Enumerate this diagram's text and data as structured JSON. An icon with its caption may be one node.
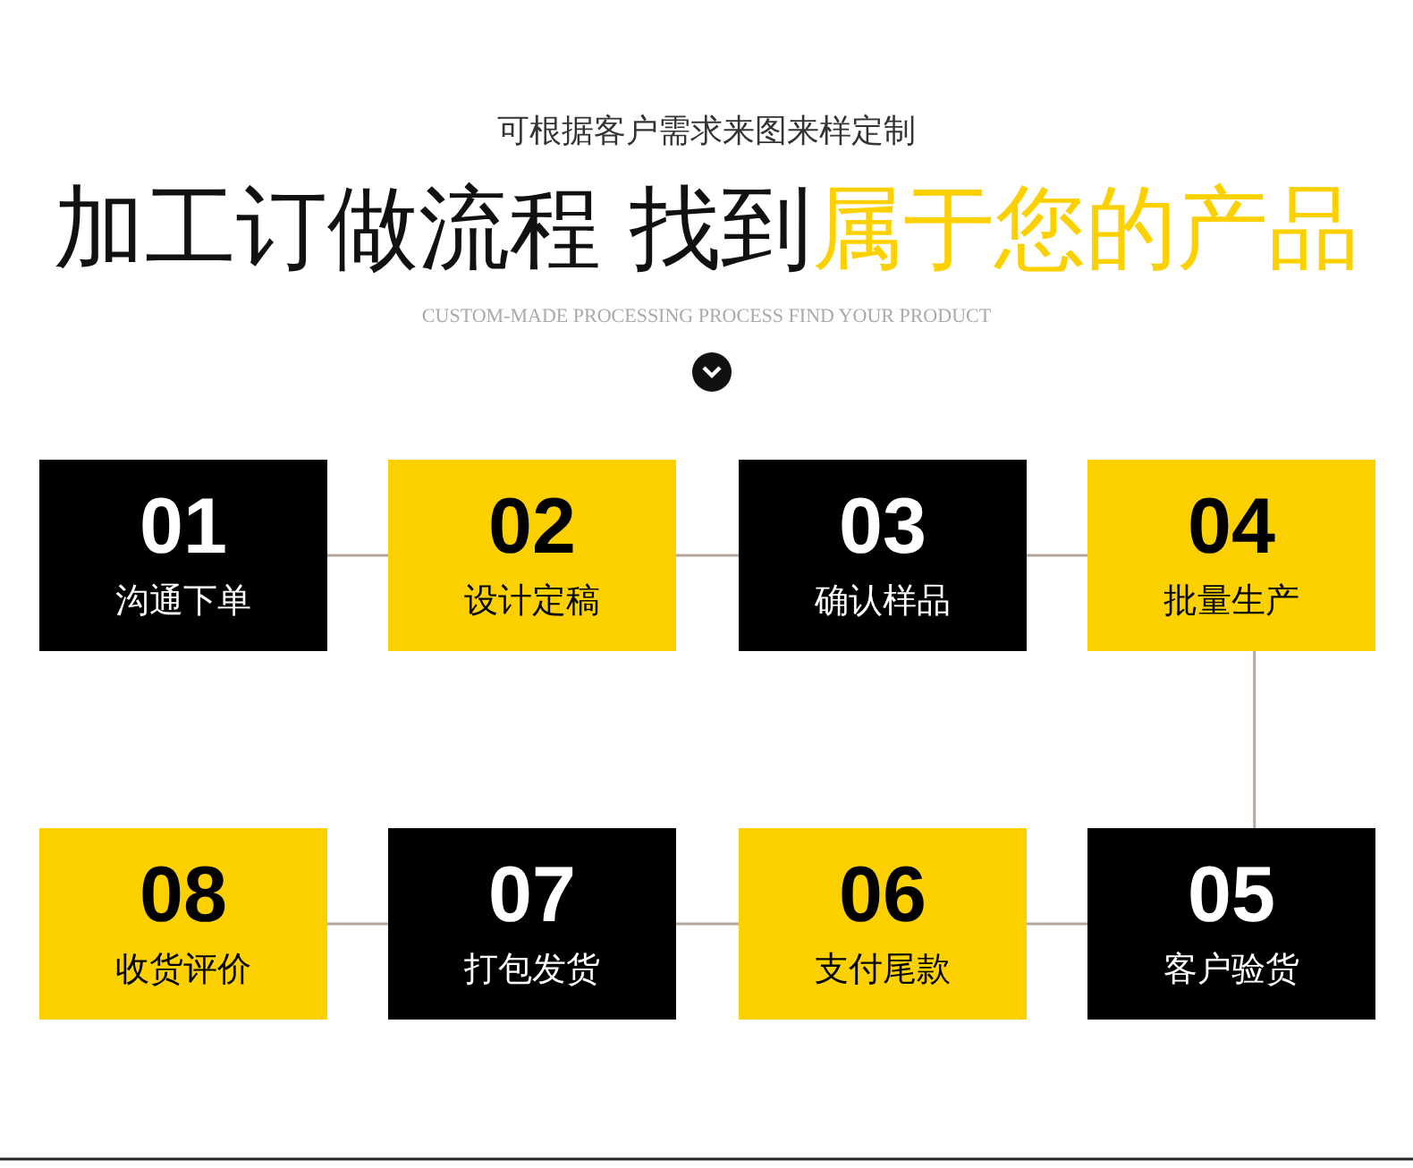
{
  "diagram": {
    "title": "加工订做流程 找到**属于您的产品**",
    "nodes": [
      {
        "text": [
          "01",
          "沟通下单"
        ]
      },
      {
        "text": [
          "02",
          "设计定稿"
        ]
      },
      {
        "text": [
          "03",
          "确认样品"
        ]
      },
      {
        "text": [
          "04",
          "批量生产"
        ]
      },
      {
        "text": [
          "05",
          "客户验货"
        ]
      },
      {
        "text": [
          "06",
          "支付尾款"
        ]
      },
      {
        "text": [
          "07",
          "打包发货"
        ]
      },
      {
        "text": [
          "08",
          "收货评价"
        ]
      }
    ],
    "edges": [
      {
        "from": 0,
        "to": 1,
        "arrow": "none"
      },
      {
        "from": 1,
        "to": 2,
        "arrow": "none"
      },
      {
        "from": 2,
        "to": 3,
        "arrow": "none"
      },
      {
        "from": 3,
        "to": 4,
        "arrow": "none"
      },
      {
        "from": 4,
        "to": 5,
        "arrow": "none"
      },
      {
        "from": 5,
        "to": 6,
        "arrow": "none"
      },
      {
        "from": 6,
        "to": 7,
        "arrow": "none"
      }
    ],
    "labels": [
      "可根据客户需求来图来样定制",
      "CUSTOM-MADE PROCESSING PROCESS FIND YOUR PRODUCT"
    ]
  }
}
